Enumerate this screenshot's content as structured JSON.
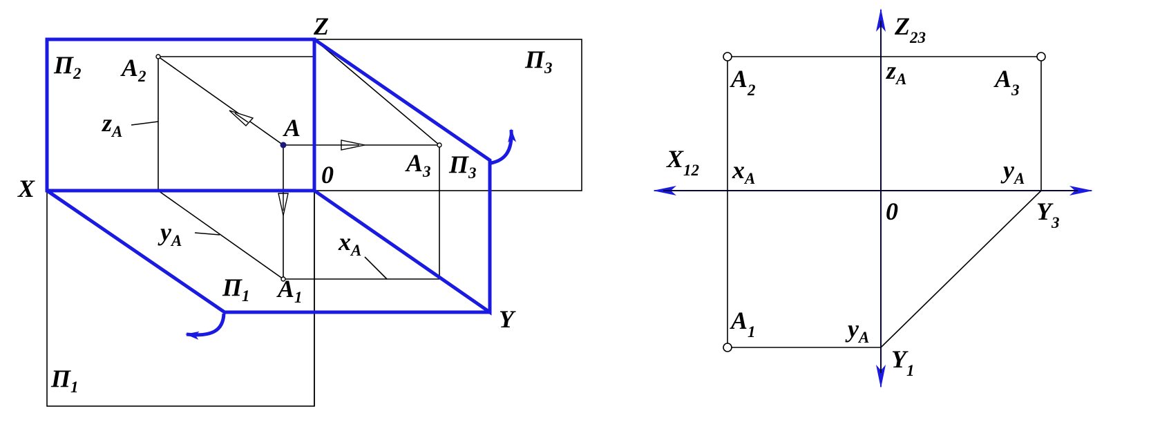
{
  "colors": {
    "accent": "#1a1ae0",
    "line": "#000000",
    "point": "#1a1a7a"
  },
  "left": {
    "Z": "Z",
    "X": "X",
    "Y": "Y",
    "origin": "0",
    "A": "A",
    "A2": {
      "base": "A",
      "sub": "2"
    },
    "A3": {
      "base": "A",
      "sub": "3"
    },
    "A1": {
      "base": "A",
      "sub": "1"
    },
    "P2": {
      "base": "Π",
      "sub": "2"
    },
    "P3_outer": {
      "base": "Π",
      "sub": "3"
    },
    "P3_inner": {
      "base": "Π",
      "sub": "3"
    },
    "P1_inner": {
      "base": "Π",
      "sub": "1"
    },
    "P1_outer": {
      "base": "Π",
      "sub": "1"
    },
    "zA": {
      "base": "z",
      "sub": "A"
    },
    "yA": {
      "base": "y",
      "sub": "A"
    },
    "xA": {
      "base": "x",
      "sub": "A"
    }
  },
  "right": {
    "Z23": {
      "base": "Z",
      "sub": "23"
    },
    "X12": {
      "base": "X",
      "sub": "12"
    },
    "Y3": {
      "base": "Y",
      "sub": "3"
    },
    "Y1": {
      "base": "Y",
      "sub": "1"
    },
    "origin": "0",
    "A2": {
      "base": "A",
      "sub": "2"
    },
    "A3": {
      "base": "A",
      "sub": "3"
    },
    "A1": {
      "base": "A",
      "sub": "1"
    },
    "zA": {
      "base": "z",
      "sub": "A"
    },
    "xA": {
      "base": "x",
      "sub": "A"
    },
    "yA_right": {
      "base": "y",
      "sub": "A"
    },
    "yA_bottom": {
      "base": "y",
      "sub": "A"
    }
  }
}
